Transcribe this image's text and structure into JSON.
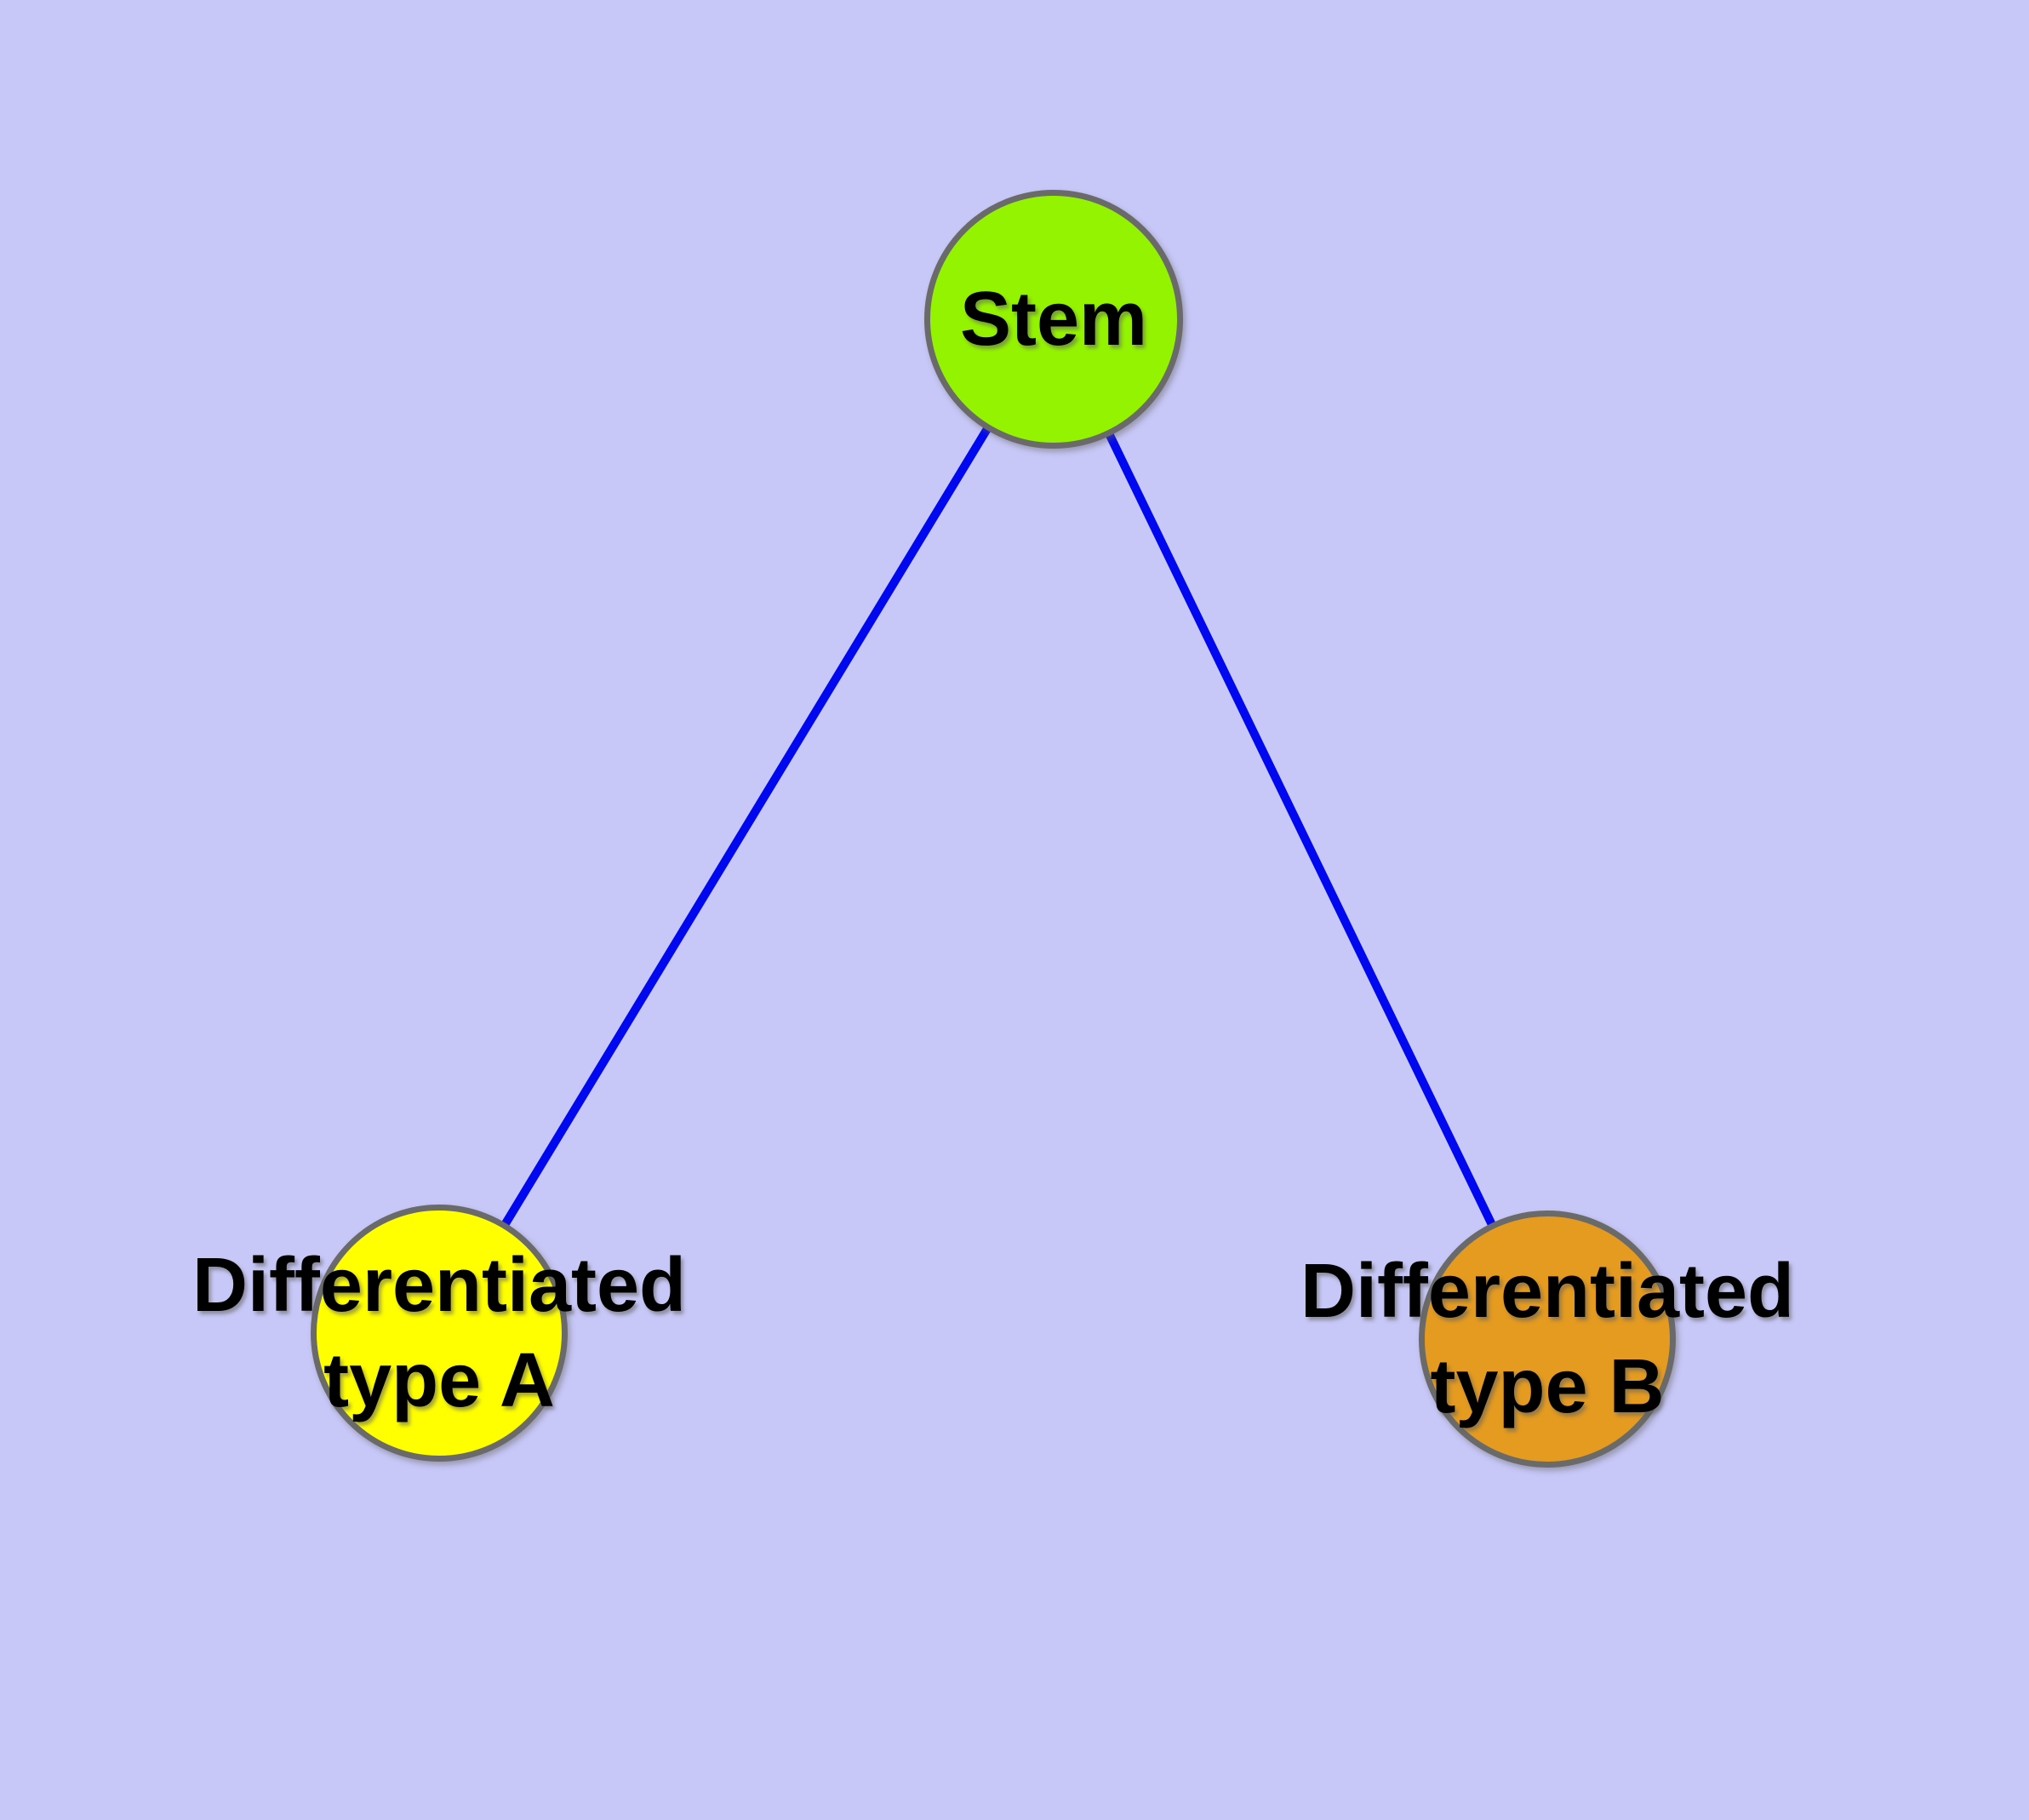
{
  "diagram": {
    "kind": "node-link graph (cell differentiation hierarchy)",
    "colors": {
      "background": "#c8c8f8",
      "edge": "#0008f0",
      "node_border": "#6a6a6a",
      "stem_fill": "#94f400",
      "type_a_fill": "#ffff00",
      "type_b_fill": "#e49b20",
      "label_text": "#000000"
    },
    "nodes": {
      "stem": {
        "label": "Stem"
      },
      "type_a": {
        "label_line1": "Differentiated",
        "label_line2": "type A"
      },
      "type_b": {
        "label_line1": "Differentiated",
        "label_line2": "type B"
      }
    },
    "edges": [
      {
        "from": "Stem",
        "to": "Differentiated type A"
      },
      {
        "from": "Stem",
        "to": "Differentiated type B"
      }
    ]
  }
}
